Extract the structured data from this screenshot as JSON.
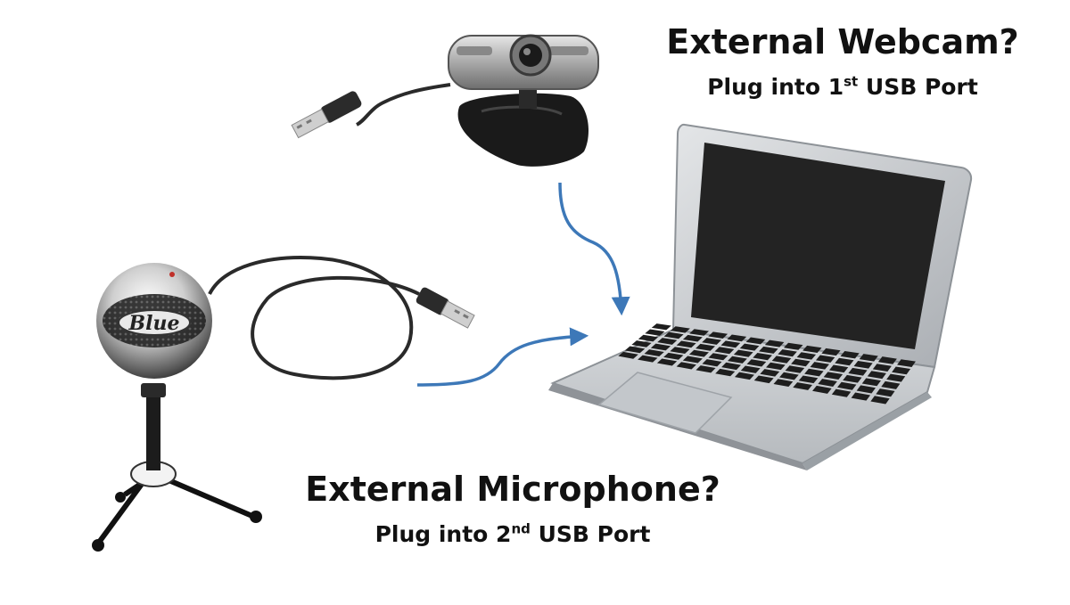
{
  "webcam_label": {
    "title": "External Webcam?",
    "instruction_prefix": "Plug into 1",
    "instruction_ordinal": "st",
    "instruction_suffix": " USB Port"
  },
  "mic_label": {
    "title": "External Microphone?",
    "instruction_prefix": "Plug into 2",
    "instruction_ordinal": "nd",
    "instruction_suffix": " USB Port"
  },
  "microphone": {
    "brand": "Blue"
  },
  "colors": {
    "arrow": "#3d78b8",
    "laptop_body": "#c9ccd0",
    "screen": "#232323",
    "keys": "#1e1e1e",
    "mic_ball": "#d8d8d8",
    "webcam_silver": "#b9b9b9",
    "cable": "#2a2a2a"
  },
  "icons": [
    "webcam-icon",
    "usb-plug-icon",
    "microphone-icon",
    "laptop-icon",
    "arrow-icon"
  ]
}
